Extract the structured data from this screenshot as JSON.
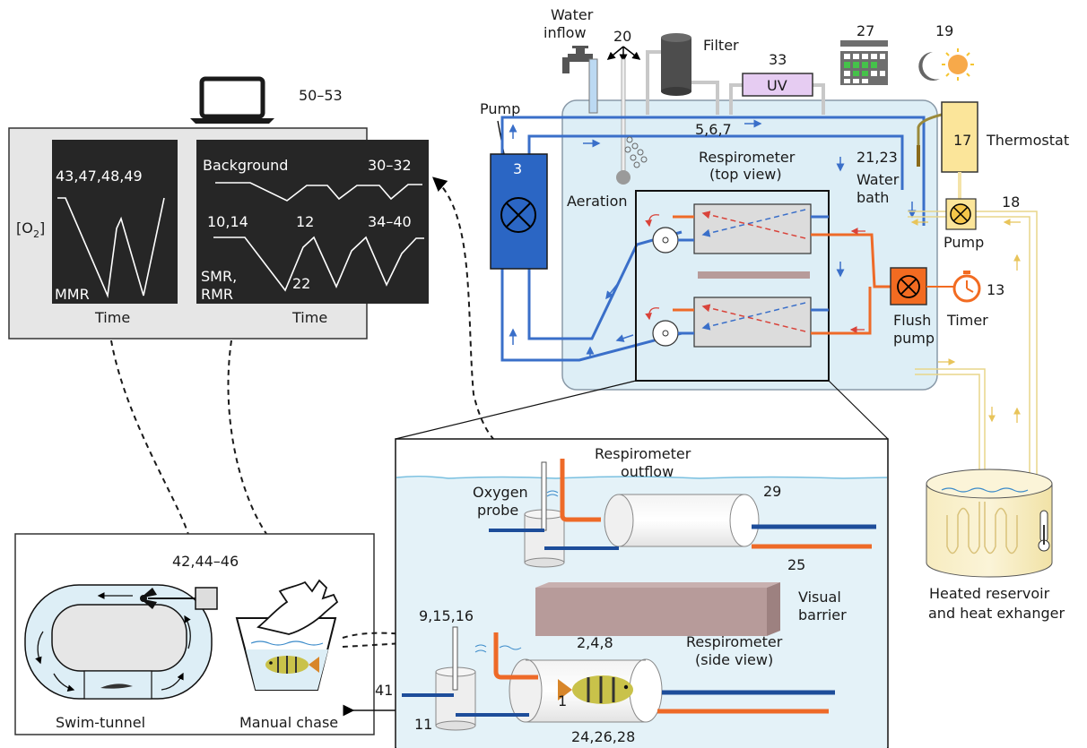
{
  "labels": {
    "water_inflow_1": "Water",
    "water_inflow_2": "inflow",
    "n20": "20",
    "filter": "Filter",
    "n33": "33",
    "uv": "UV",
    "n27": "27",
    "n19": "19",
    "pump_top": "Pump",
    "n5_6_7": "5,6,7",
    "n3": "3",
    "aeration": "Aeration",
    "resp_top_1": "Respirometer",
    "resp_top_2": "(top view)",
    "n21_23": "21,23",
    "water_bath_1": "Water",
    "water_bath_2": "bath",
    "n17": "17",
    "thermostat": "Thermostat",
    "n18": "18",
    "pump_right": "Pump",
    "flush_1": "Flush",
    "flush_2": "pump",
    "timer": "Timer",
    "n13": "13",
    "heated_1": "Heated reservoir",
    "heated_2": "and heat exhanger",
    "n50_53": "50–53",
    "g1_n": "43,47,48,49",
    "g1_o2": "[O",
    "g1_o2_sub": "2",
    "g1_o2_end": "]",
    "g1_mmr": "MMR",
    "g1_time": "Time",
    "g2_bg": "Background",
    "g2_n30": "30–32",
    "g2_n10": "10,14",
    "g2_n12": "12",
    "g2_n34": "34–40",
    "g2_smr1": "SMR,",
    "g2_smr2": "RMR",
    "g2_n22": "22",
    "g2_time": "Time",
    "n42": "42,44–46",
    "swim": "Swim-tunnel",
    "manual": "Manual chase",
    "n41": "41",
    "resp_out_1": "Respirometer",
    "resp_out_2": "outflow",
    "oxy_1": "Oxygen",
    "oxy_2": "probe",
    "n29": "29",
    "n25": "25",
    "visual_1": "Visual",
    "visual_2": "barrier",
    "n9": "9,15,16",
    "n2_4_8": "2,4,8",
    "resp_side_1": "Respirometer",
    "resp_side_2": "(side view)",
    "n1": "1",
    "n11": "11",
    "n24": "24,26,28"
  },
  "colors": {
    "bath": "#ddeef6",
    "blue_pipe": "#3a6fc9",
    "orange_pipe": "#ee6a28",
    "yellow_pipe": "#f4e3a8",
    "panel_bg": "#e6e6e6",
    "graph_bg": "#262626",
    "pump_blue": "#2b66c4",
    "pump_orange": "#f26b21",
    "thermostat": "#fbe59a",
    "barrier": "#b79b9a",
    "water": "#d9eef6"
  }
}
